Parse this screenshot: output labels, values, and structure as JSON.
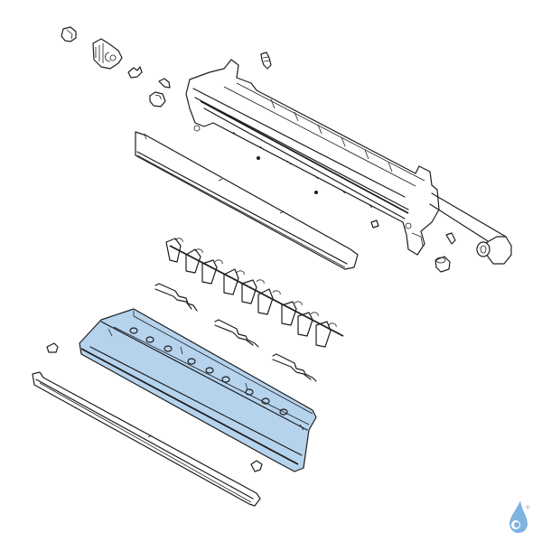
{
  "diagram": {
    "type": "exploded-parts-view",
    "subject": "air conditioner indoor unit - louver and drain assembly",
    "background": "#ffffff",
    "line_color": "#1e1e1e",
    "highlight_color": "#b6d3ee",
    "highlighted_part": "drain-pan-louver-housing",
    "parts": [
      {
        "id": "motor-cap",
        "label": ""
      },
      {
        "id": "step-motor",
        "label": ""
      },
      {
        "id": "small-clip",
        "label": ""
      },
      {
        "id": "bracket-clip",
        "label": ""
      },
      {
        "id": "bearing-bush",
        "label": ""
      },
      {
        "id": "screw-top",
        "label": ""
      },
      {
        "id": "chassis-frame",
        "label": ""
      },
      {
        "id": "upper-deflector-panel",
        "label": ""
      },
      {
        "id": "vertical-vane-link-assembly",
        "label": ""
      },
      {
        "id": "link-rod-1",
        "label": ""
      },
      {
        "id": "link-rod-2",
        "label": ""
      },
      {
        "id": "link-rod-3",
        "label": ""
      },
      {
        "id": "drain-pan-louver-housing",
        "label": "",
        "highlighted": true
      },
      {
        "id": "pin-left",
        "label": ""
      },
      {
        "id": "horizontal-louver-blade",
        "label": ""
      },
      {
        "id": "pin-bottom",
        "label": ""
      },
      {
        "id": "drain-hose",
        "label": ""
      },
      {
        "id": "hose-clamp",
        "label": ""
      },
      {
        "id": "screw-right",
        "label": ""
      },
      {
        "id": "nut-right",
        "label": ""
      }
    ]
  },
  "logo": {
    "name": "water-drop-logo",
    "color": "#7fb3e0",
    "mark": "®"
  }
}
